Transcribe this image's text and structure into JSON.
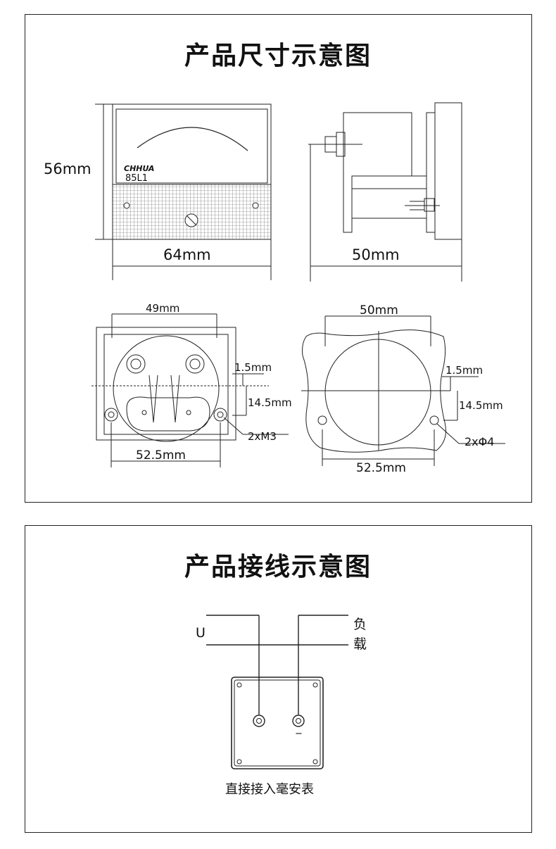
{
  "dimensions_section": {
    "title": "产品尺寸示意图",
    "front_height": "56mm",
    "front_width": "64mm",
    "brand": "CHHUA",
    "model": "85L1",
    "side_depth": "50mm",
    "rear_body_width": "49mm",
    "rear_offset": "1.5mm",
    "rear_hole_offset": "14.5mm",
    "rear_screw": "2xM3",
    "rear_screw_spacing": "52.5mm",
    "cutout_diameter": "50mm",
    "cutout_offset": "1.5mm",
    "cutout_hole_offset": "14.5mm",
    "cutout_holes": "2xΦ4",
    "cutout_hole_spacing": "52.5mm"
  },
  "wiring_section": {
    "title": "产品接线示意图",
    "supply_label": "U",
    "load_label_1": "负",
    "load_label_2": "载",
    "minus_sign": "−",
    "caption": "直接接入毫安表"
  },
  "colors": {
    "line": "#222222",
    "background": "#ffffff"
  }
}
